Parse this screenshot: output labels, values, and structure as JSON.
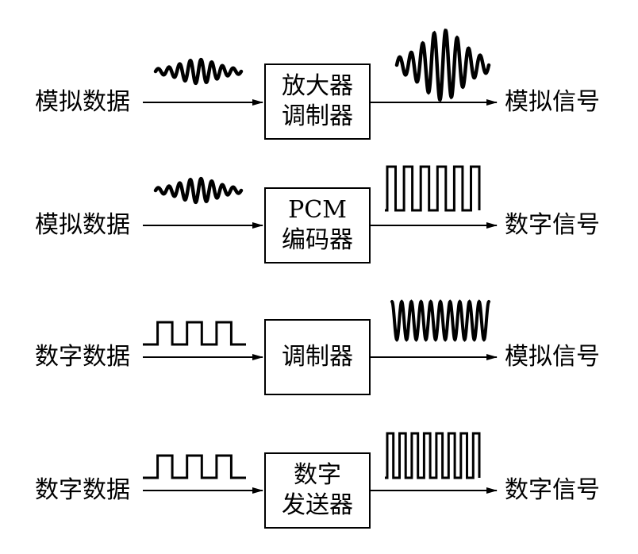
{
  "rows": [
    {
      "input": "模拟数据",
      "box_lines": [
        "放大器",
        "调制器"
      ],
      "output": "模拟信号",
      "input_waveform": "analog-wave",
      "output_waveform": "analog-wave-amplified"
    },
    {
      "input": "模拟数据",
      "box_lines": [
        "PCM",
        "编码器"
      ],
      "output": "数字信号",
      "input_waveform": "analog-wave",
      "output_waveform": "digital-pulse-train"
    },
    {
      "input": "数字数据",
      "box_lines": [
        "调制器"
      ],
      "output": "模拟信号",
      "input_waveform": "square-wave",
      "output_waveform": "sine-carrier"
    },
    {
      "input": "数字数据",
      "box_lines": [
        "数字",
        "发送器"
      ],
      "output": "数字信号",
      "input_waveform": "square-wave",
      "output_waveform": "digital-pulse-train"
    }
  ]
}
